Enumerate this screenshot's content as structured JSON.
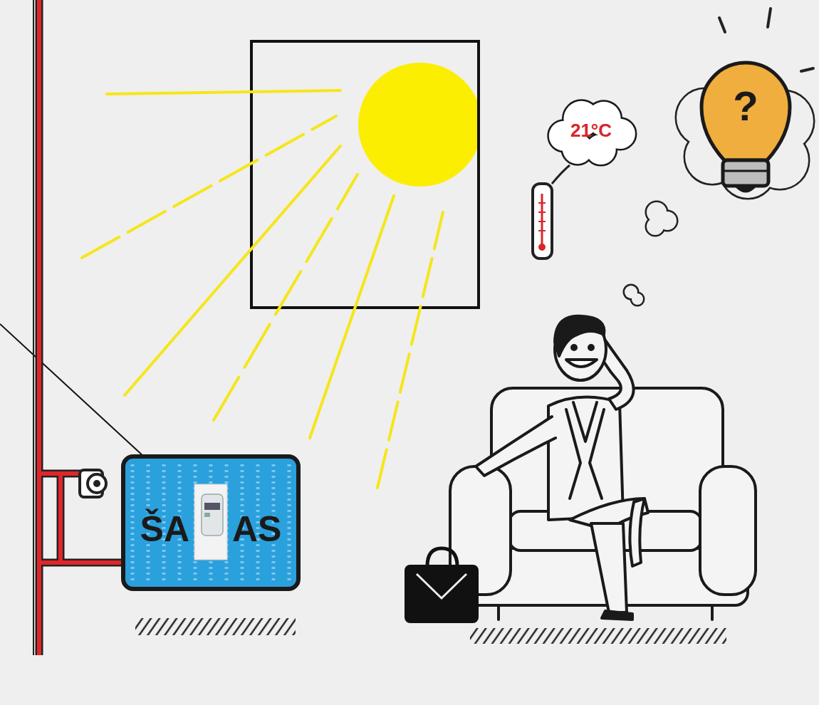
{
  "diagram": {
    "nodes": [
      {
        "text": [
          "21°C"
        ]
      },
      {
        "text": [
          "?"
        ]
      },
      {
        "text": [
          "ŠA",
          "AS"
        ]
      }
    ]
  }
}
